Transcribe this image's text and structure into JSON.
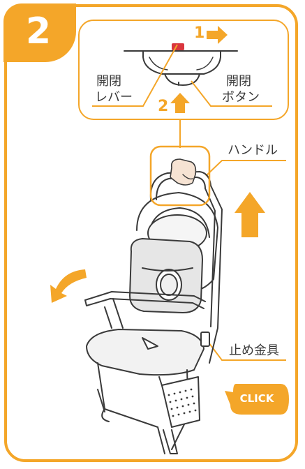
{
  "step": {
    "number": "2"
  },
  "callout": {
    "arrow1_num": "1",
    "arrow2_num": "2",
    "lever_label_line1": "開閉",
    "lever_label_line2": "レバー",
    "button_label_line1": "開閉",
    "button_label_line2": "ボタン"
  },
  "labels": {
    "handle": "ハンドル",
    "stopper": "止め金具",
    "click": "CLICK"
  },
  "colors": {
    "accent": "#f4a629",
    "red_part": "#d9363e",
    "line": "#3a3a3a"
  }
}
